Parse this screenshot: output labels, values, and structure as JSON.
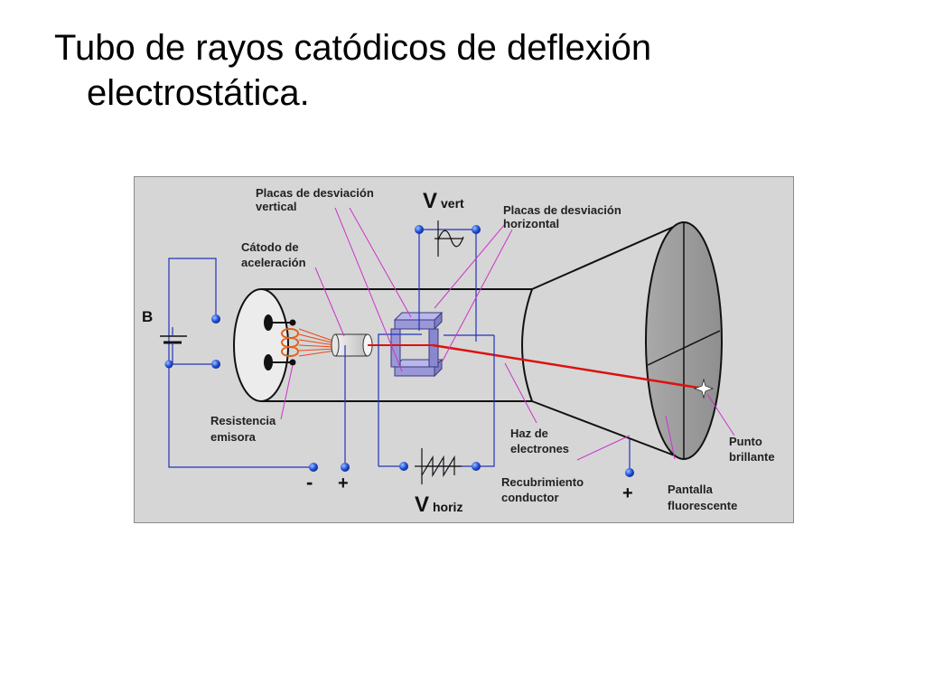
{
  "slide": {
    "title_line1": "Tubo de rayos catódicos de deflexión",
    "title_line2": "electrostática."
  },
  "diagram": {
    "labels": {
      "placas_vertical_1": "Placas de desviación",
      "placas_vertical_2": "vertical",
      "catodo_1": "Cátodo de",
      "catodo_2": "aceleración",
      "placas_horizontal_1": "Placas de desviación",
      "placas_horizontal_2": "horizontal",
      "resistencia_1": "Resistencia",
      "resistencia_2": "emisora",
      "haz_1": "Haz de",
      "haz_2": "electrones",
      "recubrimiento_1": "Recubrimiento",
      "recubrimiento_2": "conductor",
      "pantalla_1": "Pantalla",
      "pantalla_2": "fluorescente",
      "punto_1": "Punto",
      "punto_2": "brillante",
      "battery": "B",
      "v_vert_main": "V",
      "v_vert_sub": "vert",
      "v_horiz_main": "V",
      "v_horiz_sub": "horiz",
      "minus": "-",
      "plus_left": "+",
      "plus_right": "+"
    },
    "colors": {
      "wire": "#2233bb",
      "beam": "#dd1111",
      "leader": "#cc33cc",
      "terminal": "#1f4fd6",
      "plates": "#9a98d8"
    }
  }
}
